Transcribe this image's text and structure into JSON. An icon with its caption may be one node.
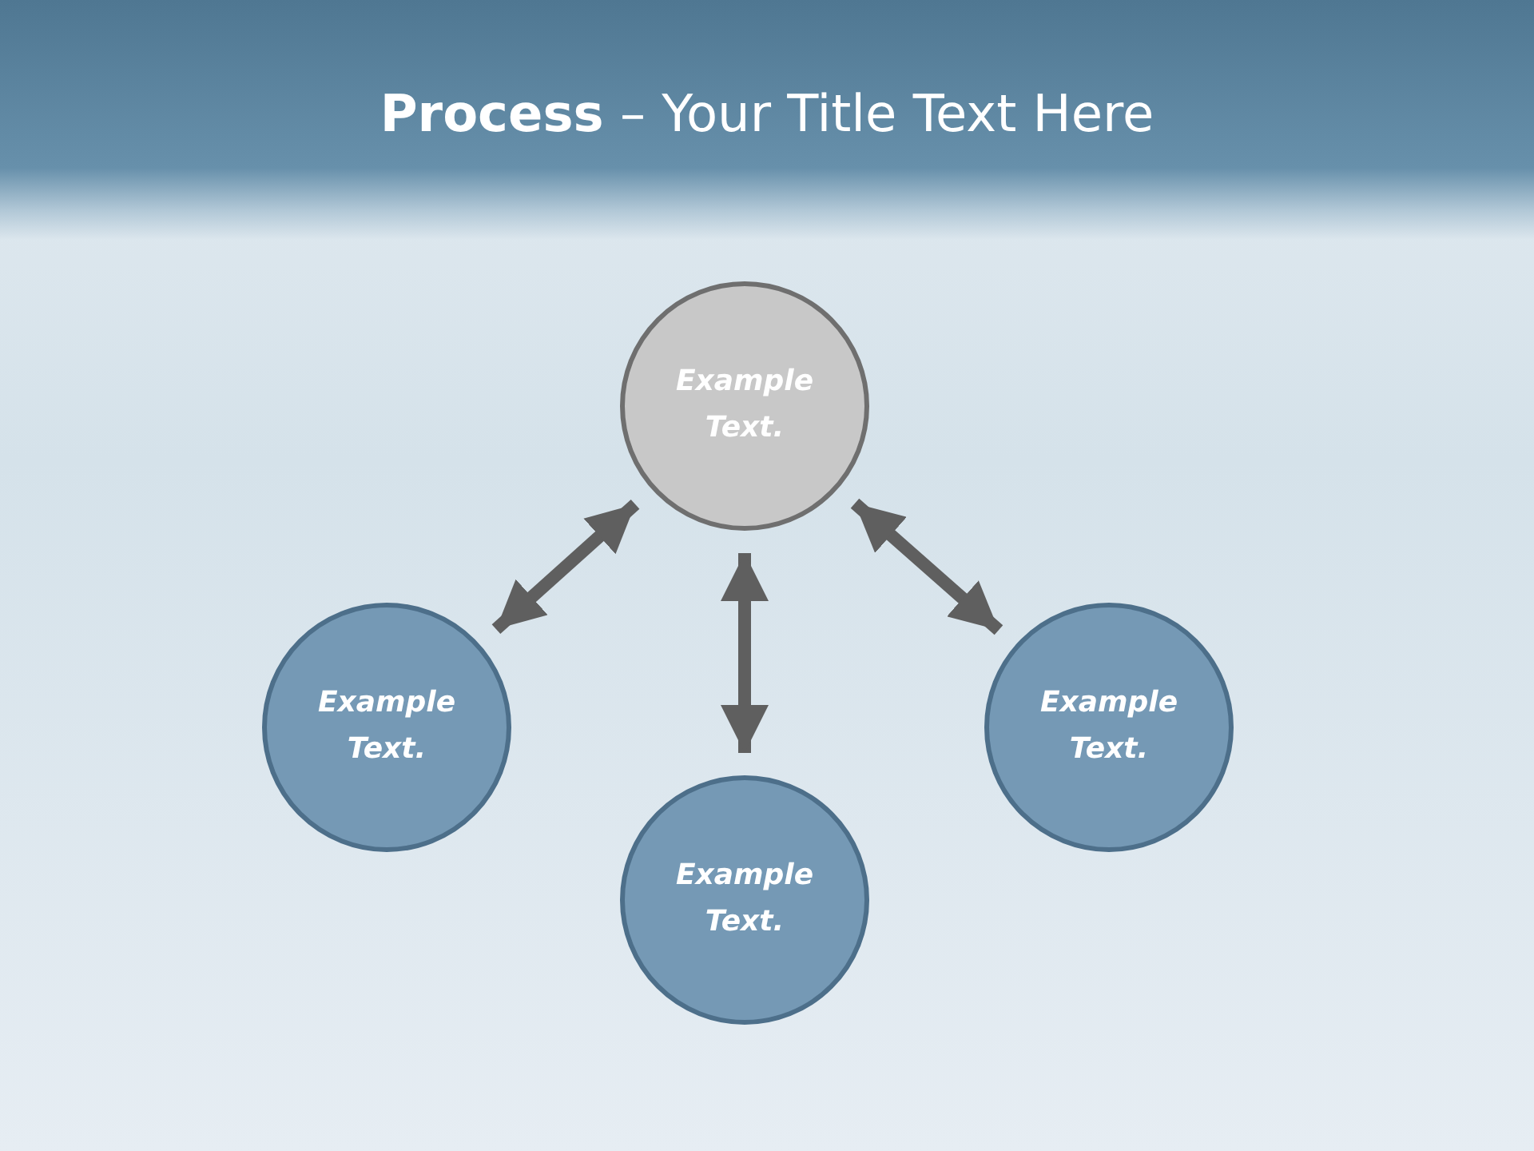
{
  "diagram": {
    "title": "**Process** – Your Title Text Here",
    "nodes": [
      {
        "text": [
          "Example Text."
        ]
      },
      {
        "text": [
          "Example Text."
        ]
      },
      {
        "text": [
          "Example Text."
        ]
      },
      {
        "text": [
          "Example Text."
        ]
      }
    ],
    "edges": [
      {
        "from": 0,
        "to": 1,
        "arrow": "both"
      },
      {
        "from": 0,
        "to": 2,
        "arrow": "both"
      },
      {
        "from": 0,
        "to": 3,
        "arrow": "both"
      }
    ]
  }
}
